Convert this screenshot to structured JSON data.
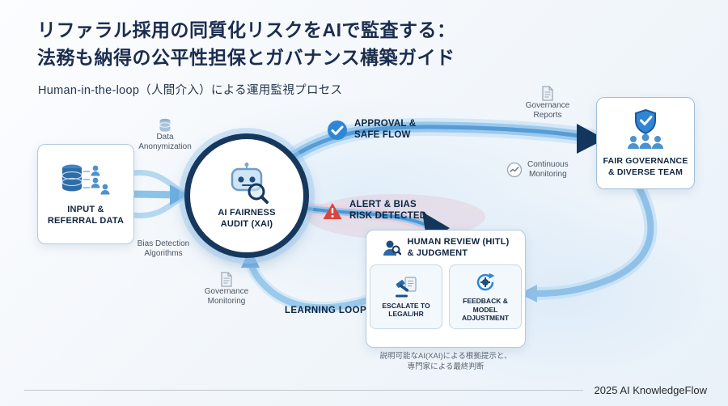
{
  "header": {
    "title_line1": "リファラル採用の同質化リスクをAIで監査する：",
    "title_line2": "法務も納得の公平性担保とガバナンス構築ガイド",
    "subtitle": "Human-in-the-loop（人間介入）による運用監視プロセス"
  },
  "nodes": {
    "input": {
      "line1": "INPUT &",
      "line2": "REFERRAL DATA"
    },
    "audit": {
      "line1": "AI FAIRNESS",
      "line2": "AUDIT (XAI)"
    },
    "governance": {
      "line1": "FAIR GOVERNANCE",
      "line2": "& DIVERSE TEAM"
    },
    "human_review": {
      "line1": "HUMAN REVIEW (HITL)",
      "line2": "& JUDGMENT",
      "escalate": {
        "line1": "ESCALATE TO",
        "line2": "LEGAL/HR"
      },
      "feedback": {
        "line1": "FEEDBACK &",
        "line2": "MODEL ADJUSTMENT"
      },
      "note_line1": "説明可能なAI(XAI)による根拠提示と、",
      "note_line2": "専門家による最終判断"
    }
  },
  "flow_labels": {
    "approval": {
      "line1": "APPROVAL &",
      "line2": "SAFE FLOW"
    },
    "alert": {
      "line1": "ALERT & BIAS",
      "line2": "RISK DETECTED"
    },
    "learning_loop": "LEARNING LOOP",
    "data_anonymization": {
      "line1": "Data",
      "line2": "Anonymization"
    },
    "bias_detection": {
      "line1": "Bias Detection",
      "line2": "Algorithms"
    },
    "governance_monitoring": {
      "line1": "Governance",
      "line2": "Monitoring"
    },
    "governance_reports": {
      "line1": "Governance",
      "line2": "Reports"
    },
    "continuous_monitoring": {
      "line1": "Continuous",
      "line2": "Monitoring"
    }
  },
  "footer": {
    "credit": "2025 AI KnowledgeFlow"
  },
  "colors": {
    "title_navy": "#1b2d4f",
    "ring_navy": "#16375e",
    "arrow_light": "#cfe6f7",
    "arrow_mid": "#9bc9ec",
    "arrow_deep": "#4f97d4",
    "accent_blue": "#2f86d6",
    "alert_red": "#d9453c"
  }
}
